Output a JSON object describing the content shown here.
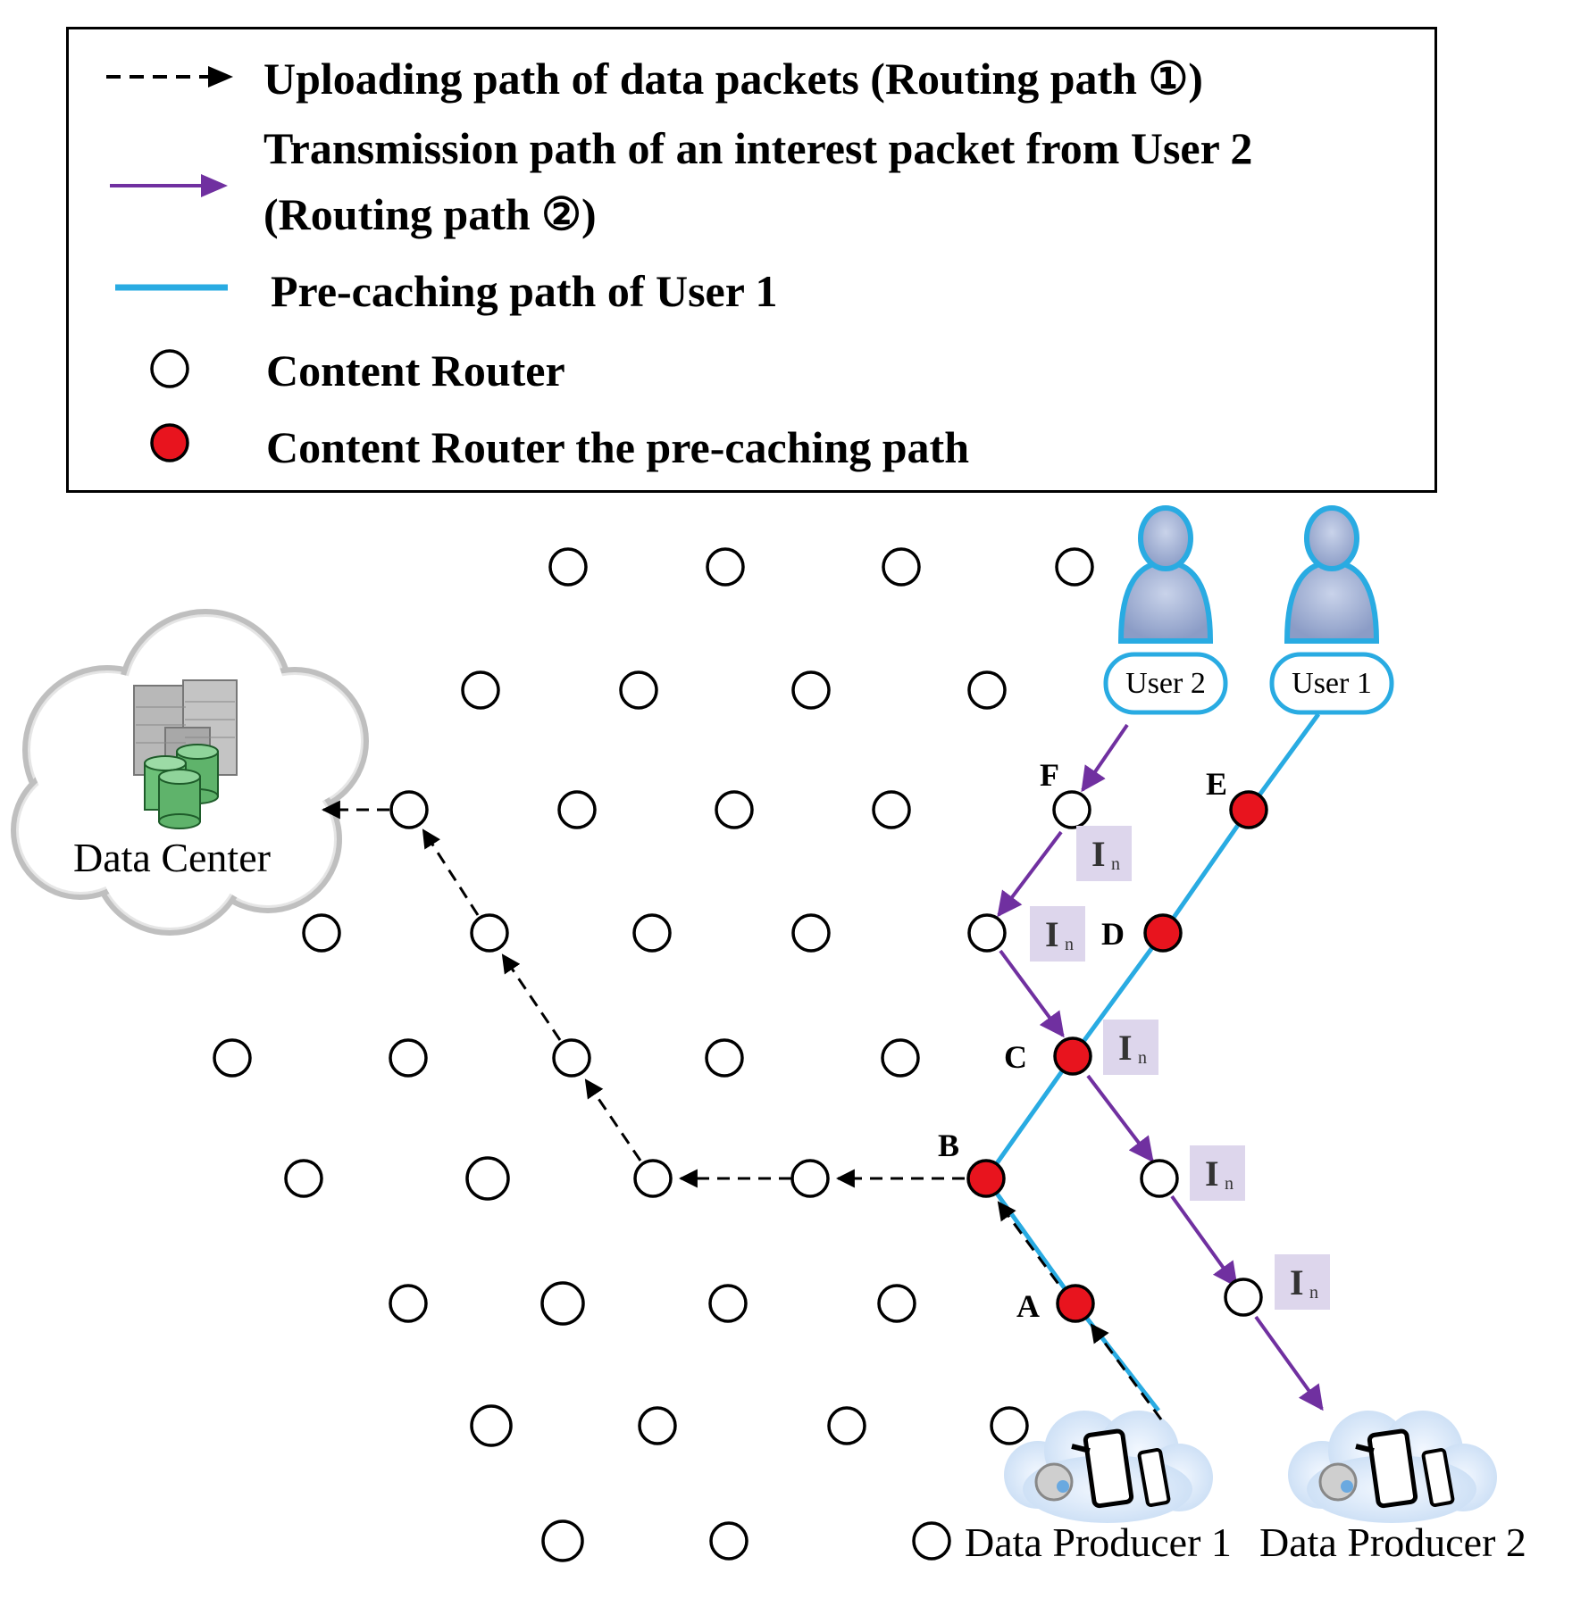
{
  "legend": {
    "upload_path": "Uploading path of data packets (Routing path ①)",
    "interest_path_line1": "Transmission path of an interest packet from User 2",
    "interest_path_line2": "(Routing path ②)",
    "precache_path": "Pre-caching path of User 1",
    "content_router": "Content Router",
    "content_router_precache": "Content Router the pre-caching path"
  },
  "users": {
    "user2": "User 2",
    "user1": "User 1"
  },
  "data_center": "Data Center",
  "producers": {
    "p1": "Data Producer 1",
    "p2": "Data Producer 2"
  },
  "node_labels": {
    "A": "A",
    "B": "B",
    "C": "C",
    "D": "D",
    "E": "E",
    "F": "F"
  },
  "interest_tag": "I",
  "interest_tag_sub": "n",
  "colors": {
    "precache_line": "#29abe2",
    "interest_arrow": "#7030a0",
    "router_red": "#e8141e",
    "tag_bg": "#ddd6ec",
    "user_fill": "#a8b8d8",
    "user_outline": "#29abe2"
  }
}
